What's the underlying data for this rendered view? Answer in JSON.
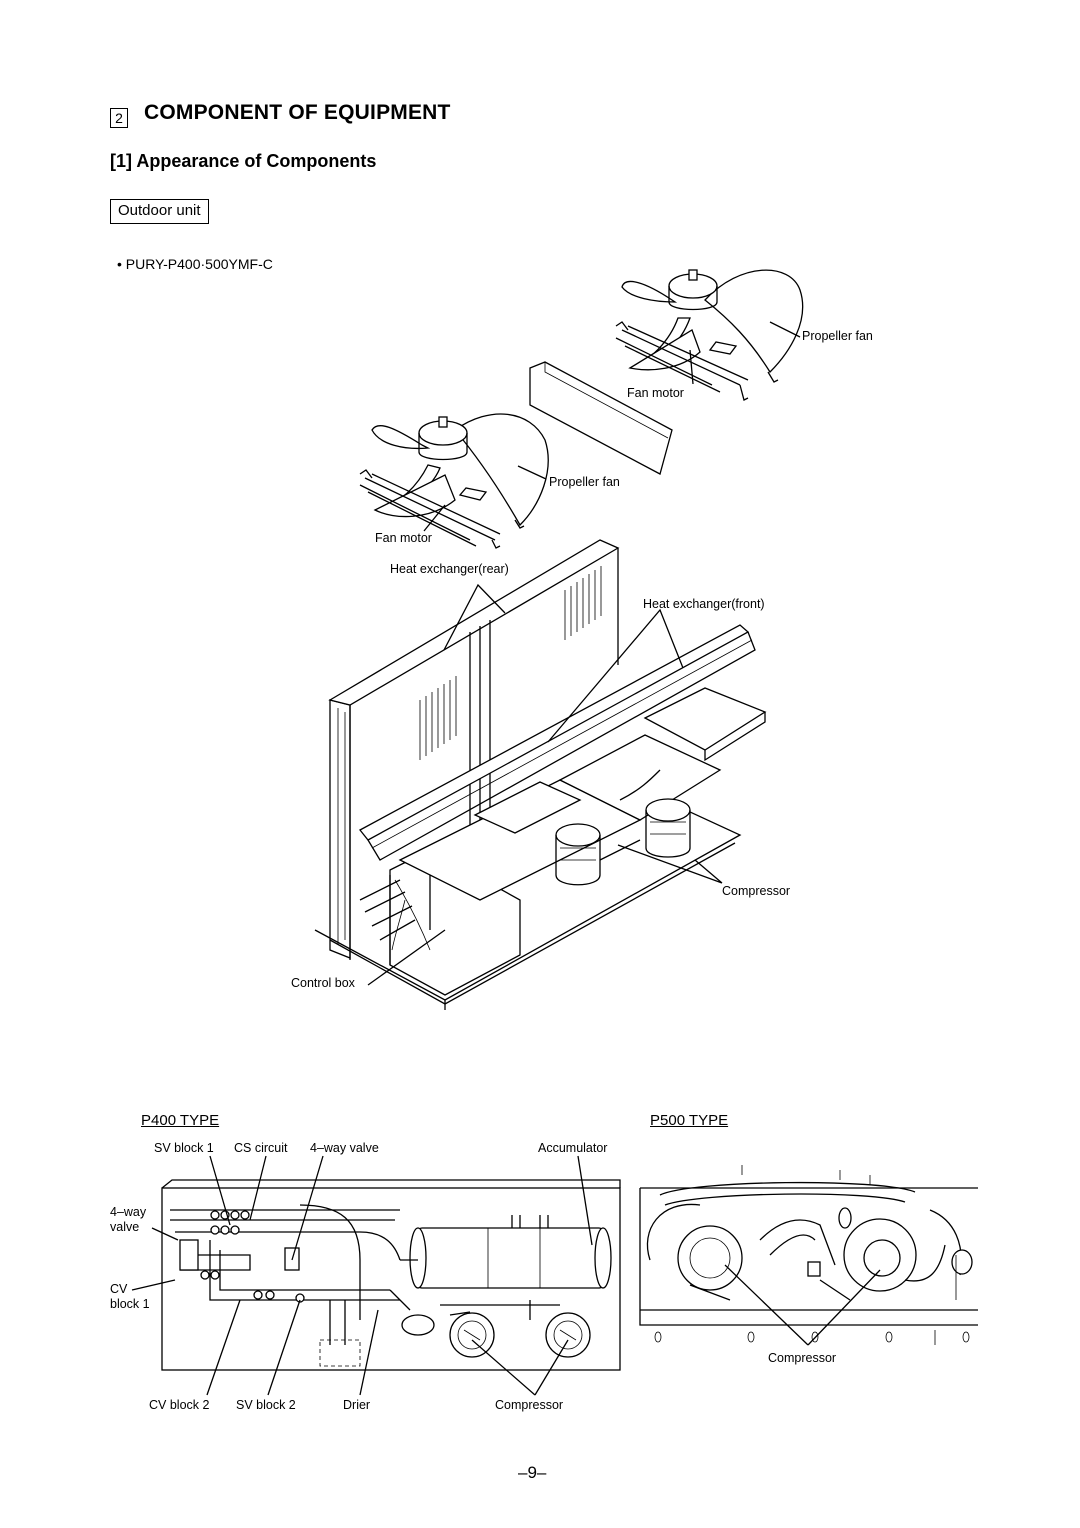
{
  "section": {
    "number": "2",
    "title": "COMPONENT OF EQUIPMENT"
  },
  "subsection": {
    "title": "[1]   Appearance of Components"
  },
  "unit_label": "Outdoor unit",
  "model": "• PURY-P400·500YMF-C",
  "main_labels": {
    "propeller_fan_top": "Propeller fan",
    "fan_motor_top": "Fan motor",
    "propeller_fan_mid": "Propeller fan",
    "fan_motor_mid": "Fan motor",
    "heat_exchanger_rear": "Heat exchanger(rear)",
    "heat_exchanger_front": "Heat exchanger(front)",
    "compressor": "Compressor",
    "control_box": "Control box"
  },
  "p400": {
    "type": "P400 TYPE",
    "sv_block_1": "SV block 1",
    "cs_circuit": "CS circuit",
    "four_way_valve_top": "4–way valve",
    "accumulator": "Accumulator",
    "four_way_left_1": "4–way",
    "four_way_left_2": "valve",
    "cv_left_1": "CV",
    "cv_left_2": "block 1",
    "cv_block_2": "CV block 2",
    "sv_block_2": "SV block 2",
    "drier": "Drier",
    "compressor": "Compressor"
  },
  "p500": {
    "type": "P500 TYPE",
    "compressor": "Compressor"
  },
  "page_number": "–9–"
}
